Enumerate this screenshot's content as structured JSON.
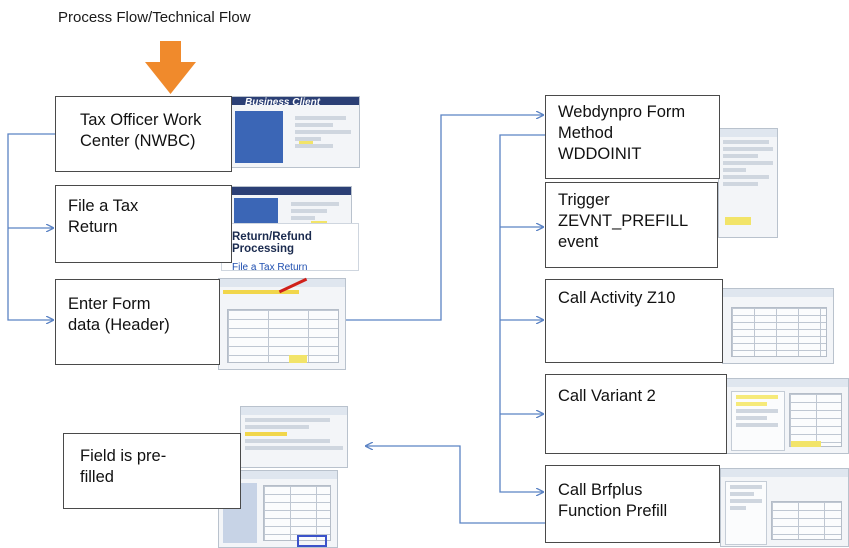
{
  "title": "Process Flow/Technical Flow",
  "colors": {
    "arrow": "#f08a2c",
    "connector": "#5b83c4",
    "box_border": "#4a4a4a"
  },
  "left_boxes": [
    {
      "label": "Tax Officer Work\nCenter (NWBC)"
    },
    {
      "label": "File a Tax\nReturn"
    },
    {
      "label": "Enter Form\ndata (Header)"
    }
  ],
  "right_boxes": [
    {
      "label": "Webdynpro Form\nMethod\nWDDOINIT"
    },
    {
      "label": "Trigger\nZEVNT_PREFILL\nevent"
    },
    {
      "label": "Call Activity Z10"
    },
    {
      "label": "Call Variant 2"
    },
    {
      "label": "Call Brfplus\nFunction Prefill"
    }
  ],
  "result_box": {
    "label": "Field is pre-\nfilled"
  },
  "screenshots": {
    "nwbc_header": "Business Client",
    "file_return_title": "Return/Refund Processing",
    "file_return_link": "File a Tax Return"
  }
}
